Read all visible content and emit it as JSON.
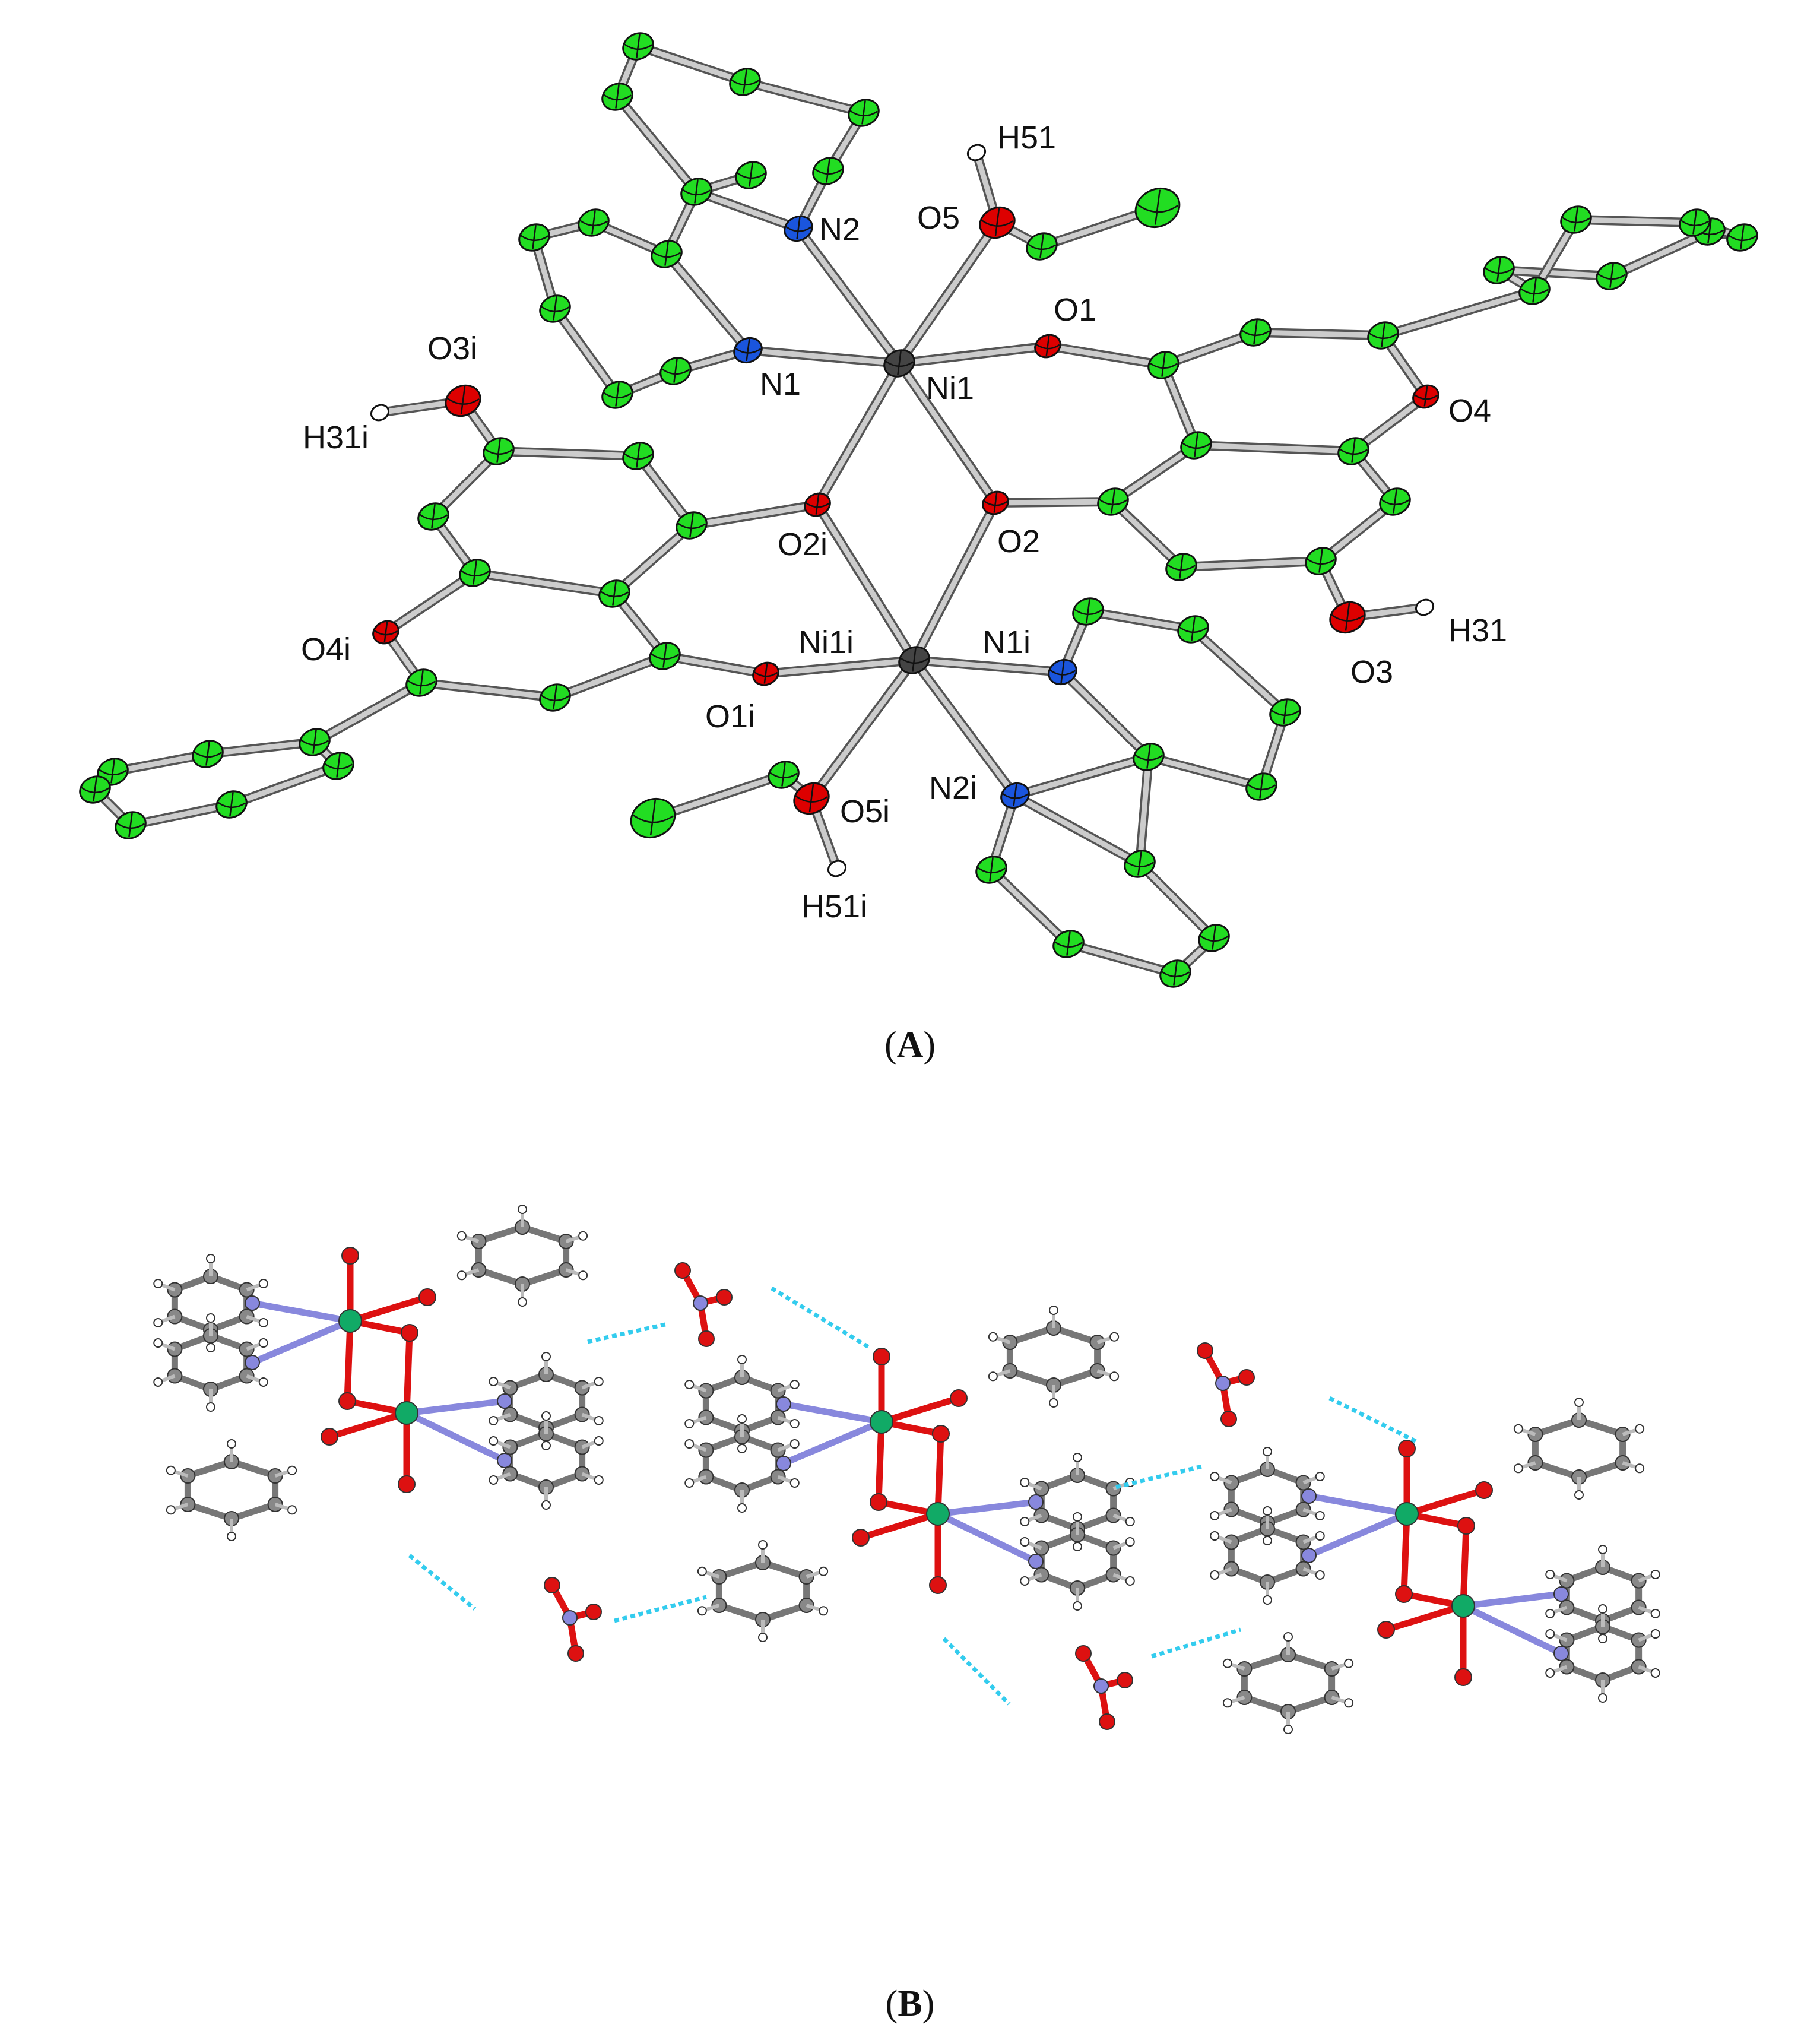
{
  "panels": [
    {
      "id": "A",
      "caption_prefix": "(",
      "caption_letter": "A",
      "caption_suffix": ")"
    },
    {
      "id": "B",
      "caption_prefix": "(",
      "caption_letter": "B",
      "caption_suffix": ")"
    }
  ],
  "colors": {
    "carbon_ellipsoid": "#22dd22",
    "oxygen": "#dd0000",
    "nitrogen": "#1a55dd",
    "nickel": "#444444",
    "hydrogen": "#ffffff",
    "bond": "#cccccc",
    "ball_carbon": "#888888",
    "ball_nickel": "#11aa66",
    "ball_nitrogen": "#8888dd",
    "hydrogen_bond": "#33ccee"
  },
  "labels": {
    "ni1": "Ni1",
    "ni1i": "Ni1i",
    "n1": "N1",
    "n2": "N2",
    "n1i": "N1i",
    "n2i": "N2i",
    "o1": "O1",
    "o2": "O2",
    "o3": "O3",
    "o4": "O4",
    "o5": "O5",
    "o1i": "O1i",
    "o2i": "O2i",
    "o3i": "O3i",
    "o4i": "O4i",
    "o5i": "O5i",
    "h31": "H31",
    "h31i": "H31i",
    "h51": "H51",
    "h51i": "H51i"
  }
}
